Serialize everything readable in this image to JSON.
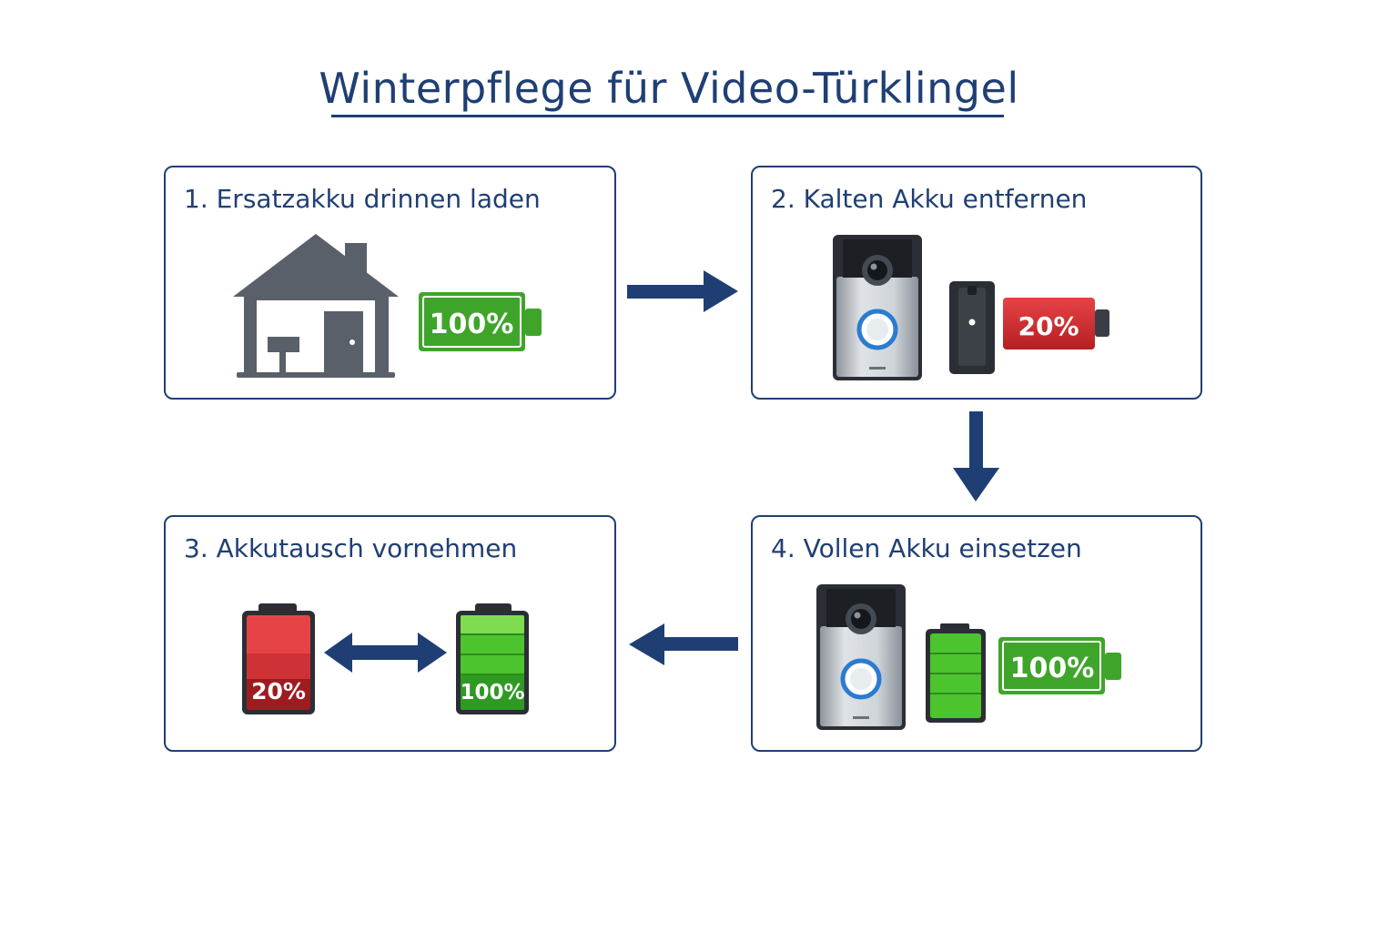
{
  "title": "Winterpflege für Video-Türklingel",
  "colors": {
    "primary": "#1f3f74",
    "battery_green": "#3fa52a",
    "battery_red": "#d42b2e",
    "house_gray": "#5a6069"
  },
  "steps": [
    {
      "title": "1. Ersatzakku drinnen laden",
      "icons": [
        "house-icon",
        "battery-full-icon"
      ],
      "battery_label": "100%"
    },
    {
      "title": "2. Kalten Akku entfernen",
      "icons": [
        "doorbell-icon",
        "doorbell-mount-icon",
        "battery-low-icon"
      ],
      "battery_label": "20%"
    },
    {
      "title": "3. Akkutausch vornehmen",
      "icons": [
        "battery-low-icon",
        "swap-arrow-icon",
        "battery-full-icon"
      ],
      "battery_low_label": "20%",
      "battery_full_label": "100%"
    },
    {
      "title": "4. Vollen Akku einsetzen",
      "icons": [
        "doorbell-icon",
        "battery-full-icon",
        "battery-full-icon"
      ],
      "battery_label": "100%"
    }
  ],
  "flow_arrows": [
    "arrow-right-icon",
    "arrow-down-icon",
    "arrow-left-icon"
  ]
}
